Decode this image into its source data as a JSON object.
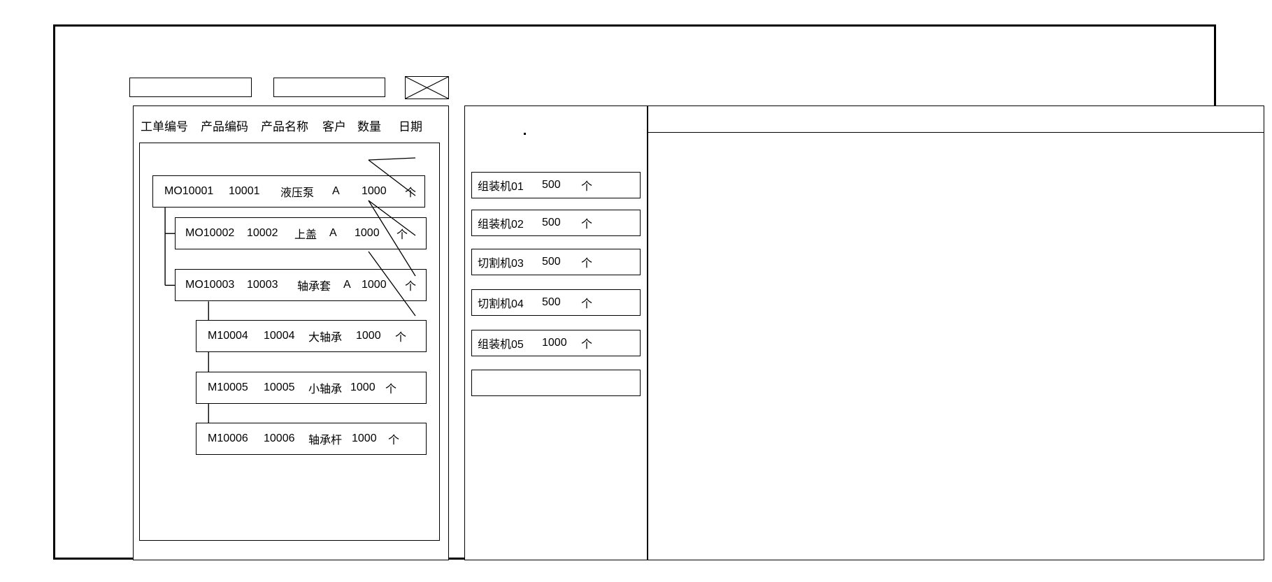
{
  "window": {
    "title": ""
  },
  "toolbar": {
    "box1_label": "",
    "box2_label": "",
    "image_placeholder_name": "image-placeholder-icon"
  },
  "left_panel": {
    "name": "work-order-tree-panel",
    "columns": [
      "工单编号",
      "产品编码",
      "产品名称",
      "客户",
      "数量",
      "日期"
    ],
    "rows": [
      {
        "level": 0,
        "order_no": "MO10001",
        "product_code": "10001",
        "product_name": "液压泵",
        "customer": "A",
        "qty": "1000",
        "unit": "个"
      },
      {
        "level": 1,
        "order_no": "MO10002",
        "product_code": "10002",
        "product_name": "上盖",
        "customer": "A",
        "qty": "1000",
        "unit": "个"
      },
      {
        "level": 1,
        "order_no": "MO10003",
        "product_code": "10003",
        "product_name": "轴承套",
        "customer": "A",
        "qty": "1000",
        "unit": "个"
      },
      {
        "level": 2,
        "order_no": "M10004",
        "product_code": "10004",
        "product_name": "大轴承",
        "customer": "",
        "qty": "1000",
        "unit": "个"
      },
      {
        "level": 2,
        "order_no": "M10005",
        "product_code": "10005",
        "product_name": "小轴承",
        "customer": "",
        "qty": "1000",
        "unit": "个"
      },
      {
        "level": 2,
        "order_no": "M10006",
        "product_code": "10006",
        "product_name": "轴承杆",
        "customer": "",
        "qty": "1000",
        "unit": "个"
      }
    ]
  },
  "middle_panel": {
    "name": "machine-assignment-panel",
    "rows": [
      {
        "machine": "组装机01",
        "qty": "500",
        "unit": "个"
      },
      {
        "machine": "组装机02",
        "qty": "500",
        "unit": "个"
      },
      {
        "machine": "切割机03",
        "qty": "500",
        "unit": "个"
      },
      {
        "machine": "切割机04",
        "qty": "500",
        "unit": "个"
      },
      {
        "machine": "组装机05",
        "qty": "1000",
        "unit": "个"
      },
      {
        "machine": "",
        "qty": "",
        "unit": ""
      }
    ]
  },
  "right_panel": {
    "name": "detail-panel",
    "header_text": "",
    "body_text": ""
  },
  "style": {
    "line_color": "#000000",
    "background": "#ffffff"
  }
}
